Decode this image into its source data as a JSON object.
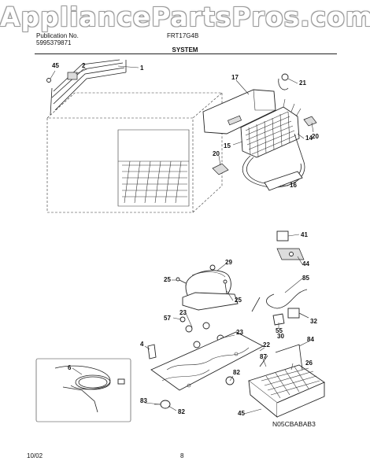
{
  "watermark": "AppliancePartsPros.com",
  "header": {
    "publication_label": "Publication No.",
    "publication_number": "5995379871",
    "model": "FRT17G4B",
    "section_title": "SYSTEM"
  },
  "callouts": [
    "45",
    "2",
    "1",
    "17",
    "21",
    "20",
    "15",
    "14",
    "20",
    "16",
    "41",
    "44",
    "29",
    "25",
    "25",
    "85",
    "57",
    "23",
    "23",
    "55",
    "32",
    "30",
    "4",
    "22",
    "84",
    "6",
    "87",
    "26",
    "82",
    "83",
    "82",
    "45"
  ],
  "diagram_code": "N05CBABAB3",
  "footer": {
    "date": "10/02",
    "page": "8"
  }
}
